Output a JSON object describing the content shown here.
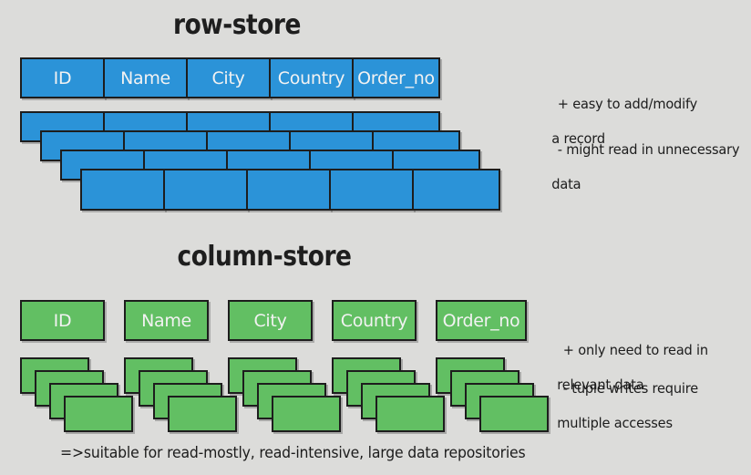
{
  "background_color": "#dcdcda",
  "colors": {
    "row_store_fill": "#2b93d8",
    "column_store_fill": "#62bf63",
    "border": "#1d1d1d",
    "label_text": "#f2f2f2",
    "body_text": "#1c1c1c"
  },
  "row_store": {
    "title": "row-store",
    "columns": [
      "ID",
      "Name",
      "City",
      "Country",
      "Order_no"
    ],
    "record_count": 4,
    "notes": [
      {
        "marker": "+",
        "line1": "+ easy to add/modify",
        "line2": "a record"
      },
      {
        "marker": "-",
        "line1": "- might read in unnecessary",
        "line2": "data"
      }
    ]
  },
  "column_store": {
    "title": "column-store",
    "columns": [
      "ID",
      "Name",
      "City",
      "Country",
      "Order_no"
    ],
    "values_per_column": 4,
    "notes": [
      {
        "marker": "+",
        "line1": "+ only need to read in",
        "line2": "relevant data"
      },
      {
        "marker": "-",
        "line1": "- tuple writes require",
        "line2": "multiple accesses"
      }
    ]
  },
  "caption": "=>suitable for read-mostly, read-intensive, large data repositories"
}
